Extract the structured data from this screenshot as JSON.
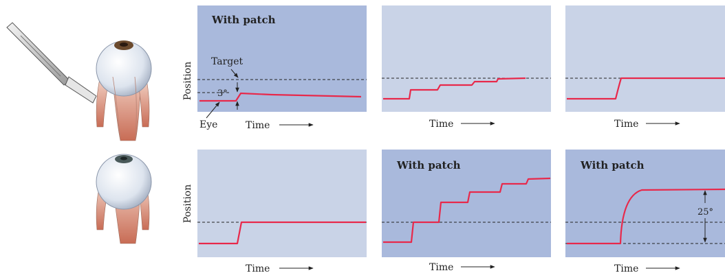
{
  "colors": {
    "patch_background": "#a9b9dc",
    "plain_background": "#c9d3e7",
    "trace": "#e8284a",
    "dashed": "#222222"
  },
  "labels": {
    "with_patch": "With patch",
    "position": "Position",
    "time": "Time",
    "target": "Target",
    "eye": "Eye",
    "three_degrees": "3°",
    "twenty_five_degrees": "25°"
  },
  "icons": {
    "scalpel": "scalpel-icon",
    "eyeball": "eyeball-icon"
  },
  "panels": [
    {
      "id": "top-1",
      "patch": true,
      "title": "With patch",
      "y_label": "Position",
      "annotations": [
        "Target",
        "3°",
        "Eye"
      ]
    },
    {
      "id": "top-2",
      "patch": false,
      "title": "",
      "y_label": ""
    },
    {
      "id": "top-3",
      "patch": false,
      "title": "",
      "y_label": ""
    },
    {
      "id": "bottom-1",
      "patch": false,
      "title": "",
      "y_label": "Position"
    },
    {
      "id": "bottom-2",
      "patch": true,
      "title": "With patch",
      "y_label": ""
    },
    {
      "id": "bottom-3",
      "patch": true,
      "title": "With patch",
      "y_label": "",
      "annotations": [
        "25°"
      ]
    }
  ]
}
